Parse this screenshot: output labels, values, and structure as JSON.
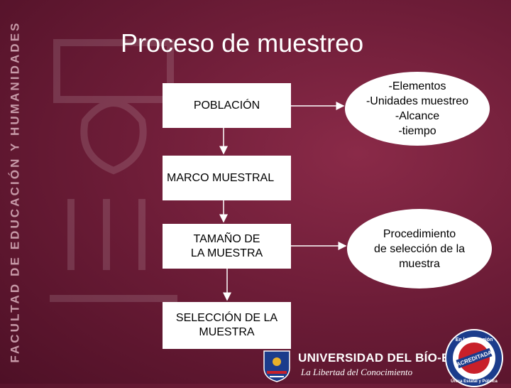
{
  "slide": {
    "title": "Proceso de muestreo",
    "side_text": "FACULTAD DE EDUCACIÓN Y HUMANIDADES"
  },
  "diagram": {
    "boxes": {
      "poblacion": "POBLACIÓN",
      "marco": "MARCO MUESTRAL",
      "tamano": "TAMAÑO DE\nLA MUESTRA",
      "seleccion": "SELECCIÓN DE LA\nMUESTRA"
    },
    "ellipses": {
      "elementos": "-Elementos\n-Unidades muestreo\n-Alcance\n-tiempo",
      "procedimiento": "Procedimiento\nde selección de la\nmuestra"
    }
  },
  "footer": {
    "university": "UNIVERSIDAD DEL BÍO-BÍO",
    "slogan": "La Libertad del Conocimiento",
    "seal_lines": [
      "En la VIII región",
      "ACREDITADA",
      "Única Estatal y Pública"
    ]
  },
  "colors": {
    "background": "#6e1d38",
    "box": "#ffffff",
    "title": "#ffffff"
  }
}
